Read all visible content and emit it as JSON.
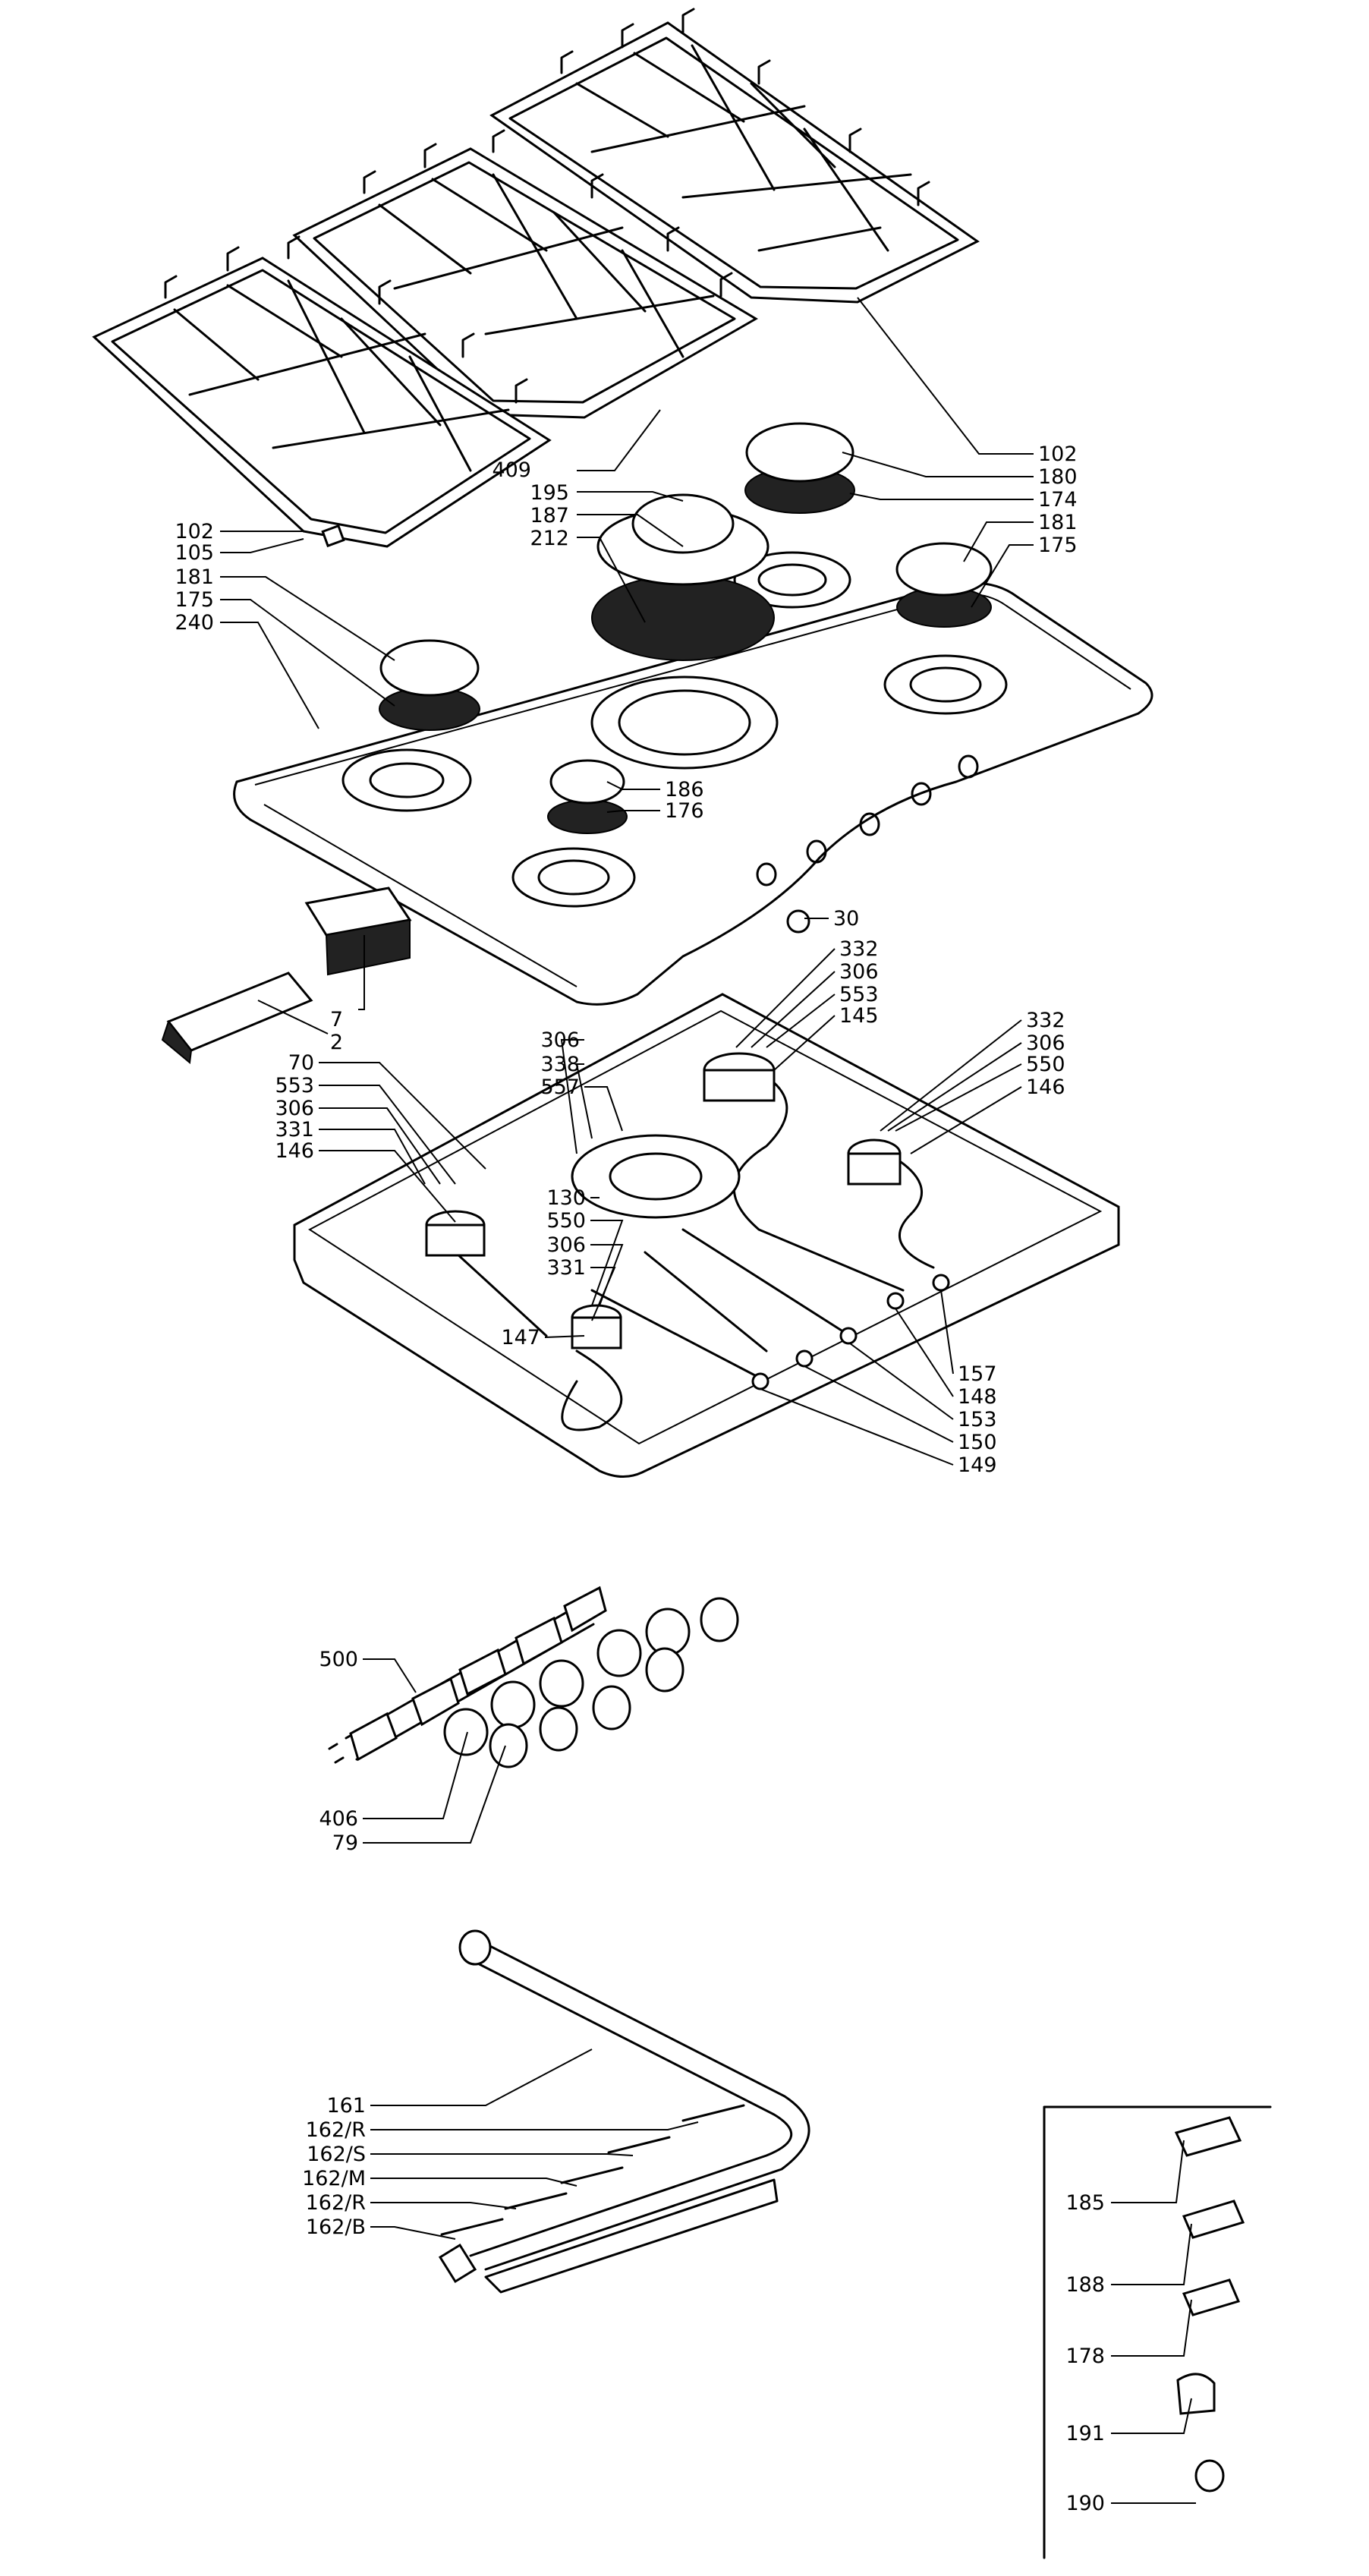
{
  "labels": {
    "l102a": "102",
    "l180": "180",
    "l174": "174",
    "l181a": "181",
    "l175a": "175",
    "l409": "409",
    "l195": "195",
    "l187": "187",
    "l212": "212",
    "l102b": "102",
    "l105": "105",
    "l181b": "181",
    "l175b": "175",
    "l240": "240",
    "l186": "186",
    "l176": "176",
    "l30": "30",
    "l7": "7",
    "l2": "2",
    "l332a": "332",
    "l306a": "306",
    "l553a": "553",
    "l145": "145",
    "l306b": "306",
    "l338": "338",
    "l557": "557",
    "l70": "70",
    "l553b": "553",
    "l306c": "306",
    "l331a": "331",
    "l146a": "146",
    "l332b": "332",
    "l306d": "306",
    "l550a": "550",
    "l146b": "146",
    "l130": "130",
    "l550b": "550",
    "l306e": "306",
    "l331b": "331",
    "l147": "147",
    "l157": "157",
    "l148": "148",
    "l153": "153",
    "l150": "150",
    "l149": "149",
    "l500": "500",
    "l406": "406",
    "l79": "79",
    "l161": "161",
    "l162r1": "162/R",
    "l162s": "162/S",
    "l162m": "162/M",
    "l162r2": "162/R",
    "l162b": "162/B",
    "l185": "185",
    "l188": "188",
    "l178": "178",
    "l191": "191",
    "l190": "190"
  }
}
